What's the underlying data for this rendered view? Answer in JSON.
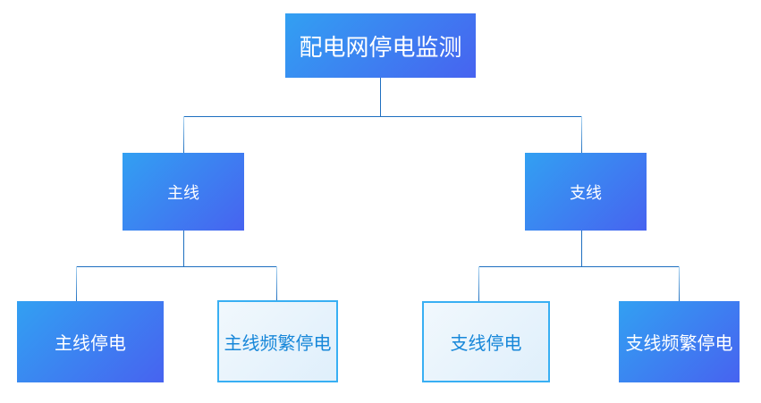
{
  "diagram": {
    "type": "tree",
    "nodes": {
      "root": {
        "label": "配电网停电监测",
        "style": "solid"
      },
      "main": {
        "label": "主线",
        "style": "solid"
      },
      "branch": {
        "label": "支线",
        "style": "solid"
      },
      "main_outage": {
        "label": "主线停电",
        "style": "solid"
      },
      "main_frequent_outage": {
        "label": "主线频繁停电",
        "style": "outline"
      },
      "branch_outage": {
        "label": "支线停电",
        "style": "outline"
      },
      "branch_frequent_outage": {
        "label": "支线频繁停电",
        "style": "solid"
      }
    },
    "edges": [
      [
        "root",
        "main"
      ],
      [
        "root",
        "branch"
      ],
      [
        "main",
        "main_outage"
      ],
      [
        "main",
        "main_frequent_outage"
      ],
      [
        "branch",
        "branch_outage"
      ],
      [
        "branch",
        "branch_frequent_outage"
      ]
    ]
  },
  "colors": {
    "node_grad_start": "#32A0F2",
    "node_grad_end": "#4763F0",
    "outline_border": "#38AFF3",
    "outline_bg_start": "#F1F8FD",
    "outline_bg_end": "#DFEFFB",
    "outline_text": "#1787D9",
    "connector": "#1E6FC0",
    "connector_light": "#A9D3F2"
  }
}
